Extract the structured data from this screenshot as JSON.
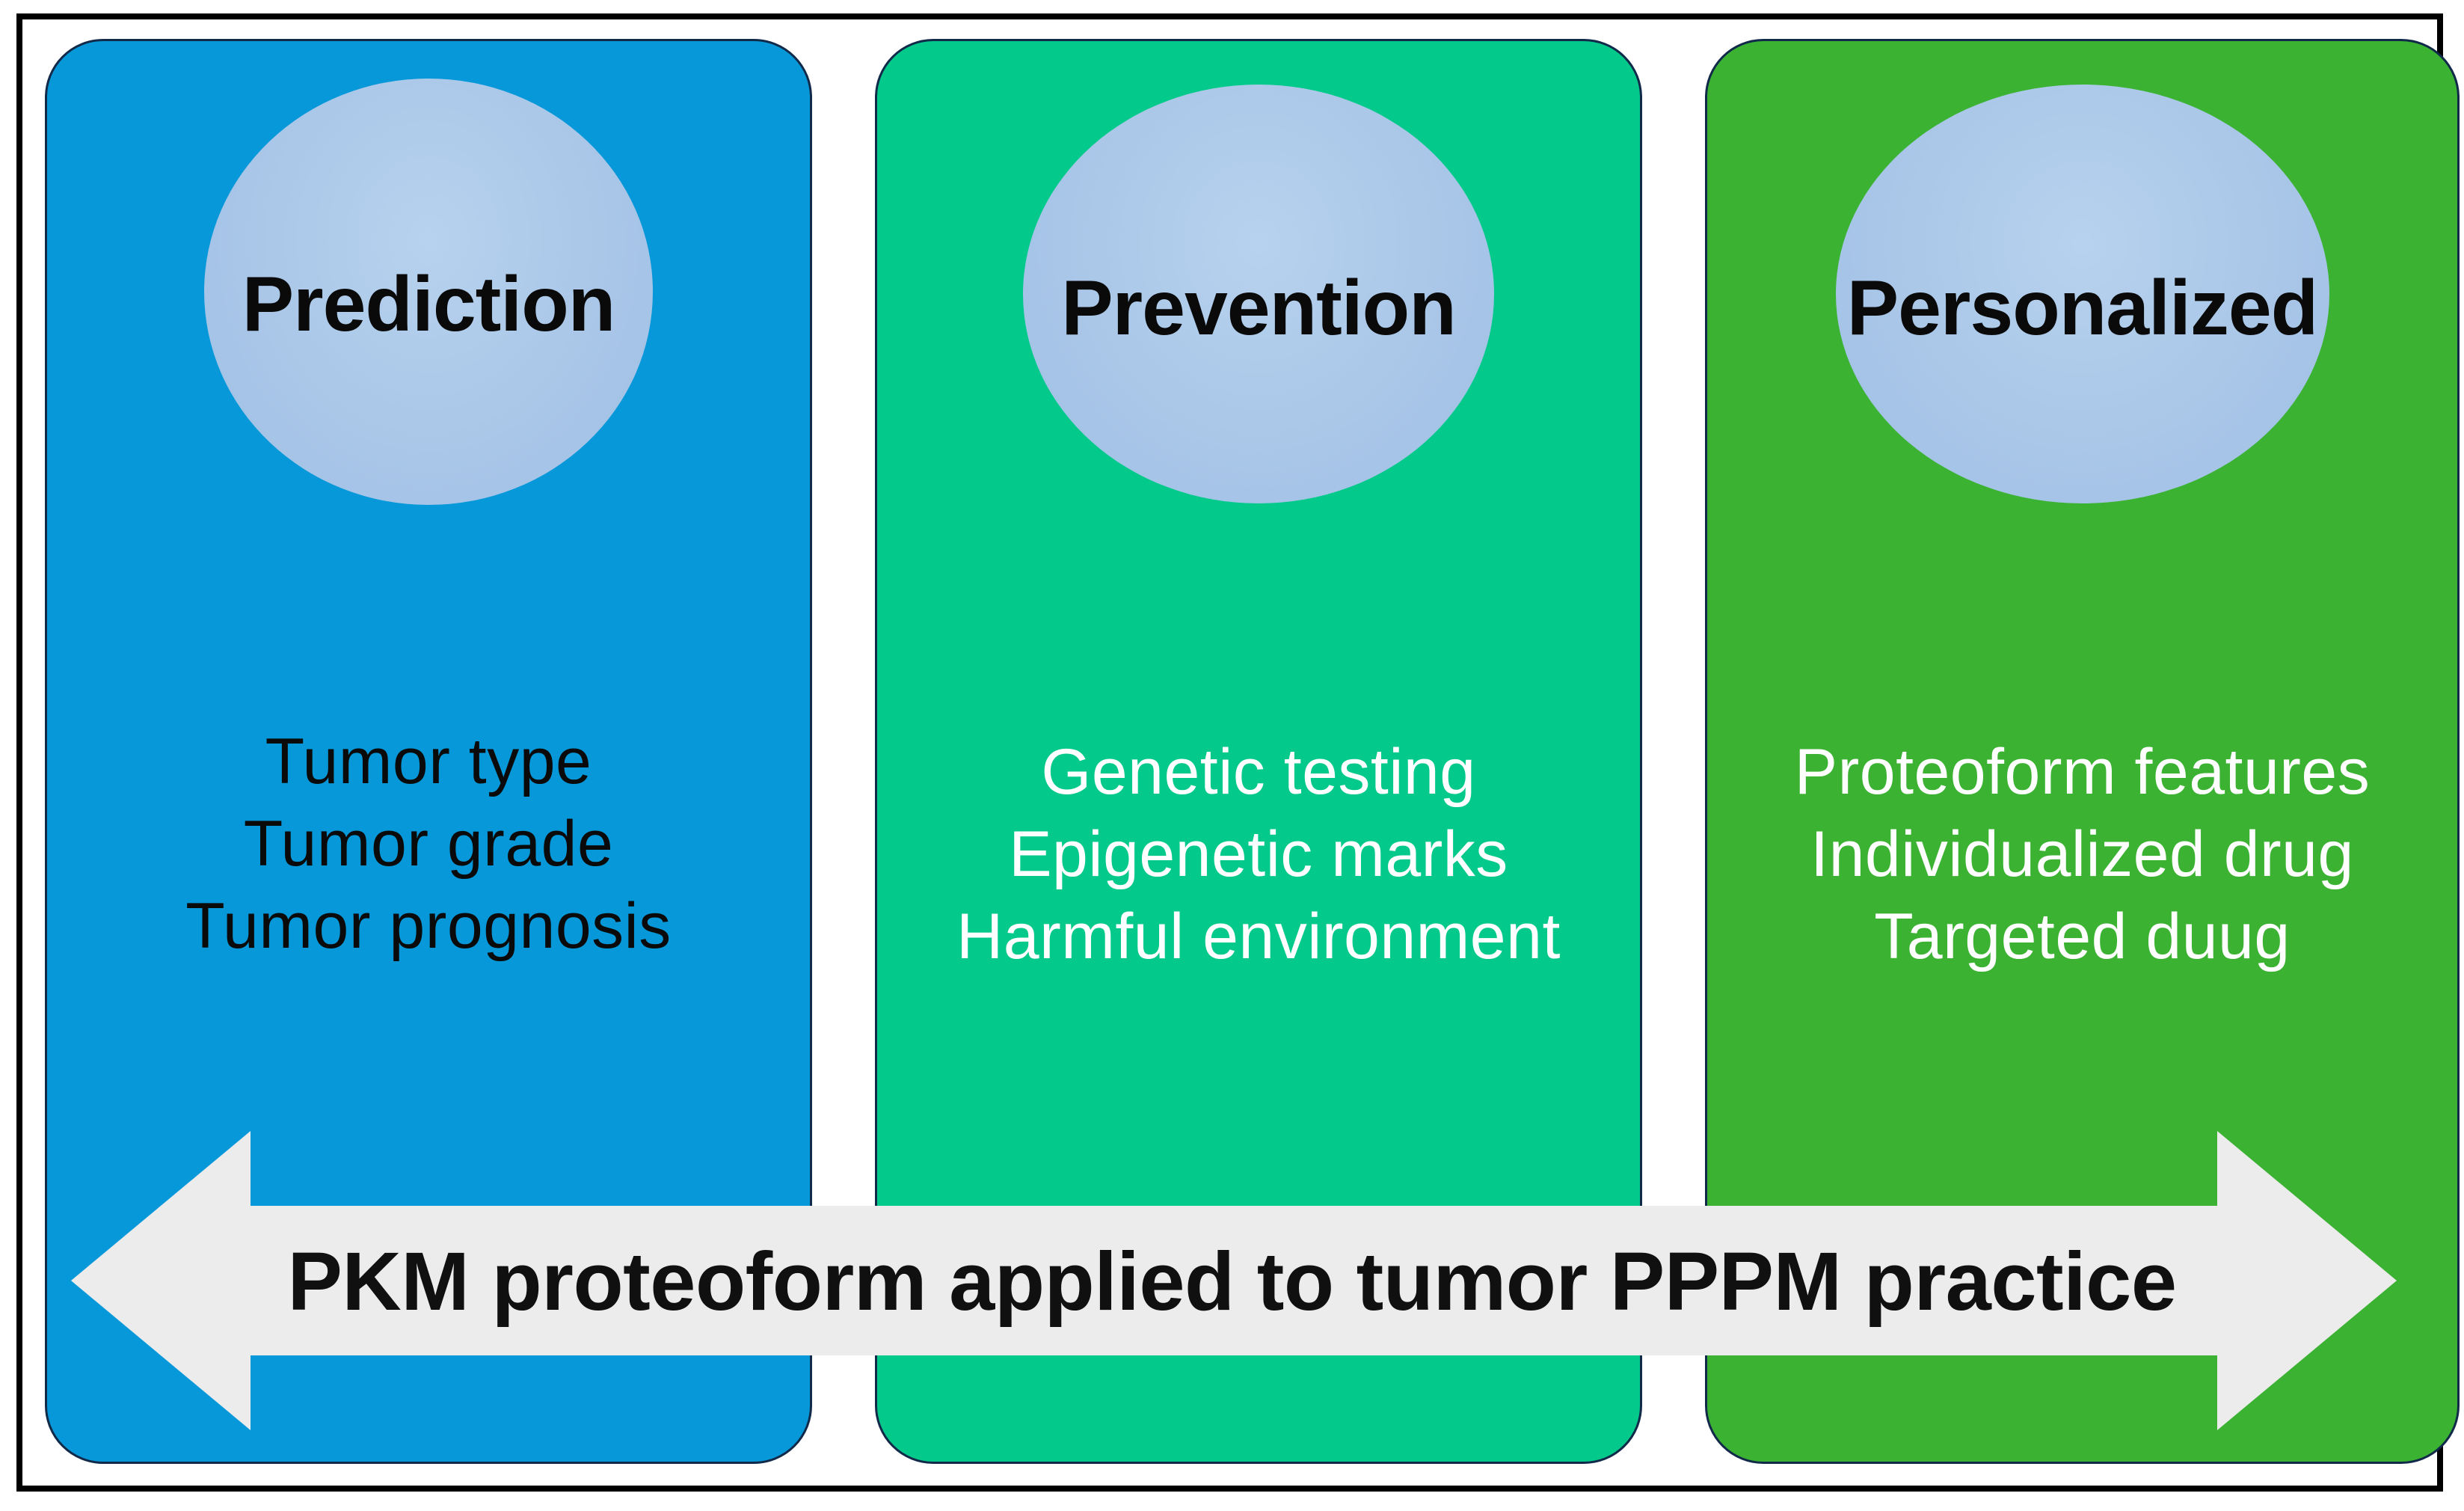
{
  "figure": {
    "title": "PKM proteoform applied to tumor PPPM practice",
    "frame_color": "#000000",
    "background": "#ffffff"
  },
  "columns": [
    {
      "key": "prediction",
      "title": "Prediction",
      "accent_color": "#0798d9",
      "ellipse_color": "#a9c6e8",
      "text_color": "#0a0a0a",
      "items": [
        "Tumor type",
        "Tumor grade",
        "Tumor prognosis"
      ]
    },
    {
      "key": "prevention",
      "title": "Prevention",
      "accent_color": "#03c98b",
      "ellipse_color": "#a9c6e8",
      "text_color": "#ffffff",
      "items": [
        "Genetic testing",
        "Epigenetic marks",
        "Harmful environment"
      ]
    },
    {
      "key": "personalized",
      "title": "Personalized",
      "accent_color": "#3bb232",
      "ellipse_color": "#a9c6e8",
      "text_color": "#ffffff",
      "items": [
        "Proteoform features",
        "Individualized drug",
        "Targeted duug"
      ]
    }
  ],
  "banner": {
    "label": "PKM proteoform applied to tumor PPPM practice",
    "fill_color": "#ececec",
    "label_color": "#101010",
    "direction": "double-headed-horizontal"
  }
}
